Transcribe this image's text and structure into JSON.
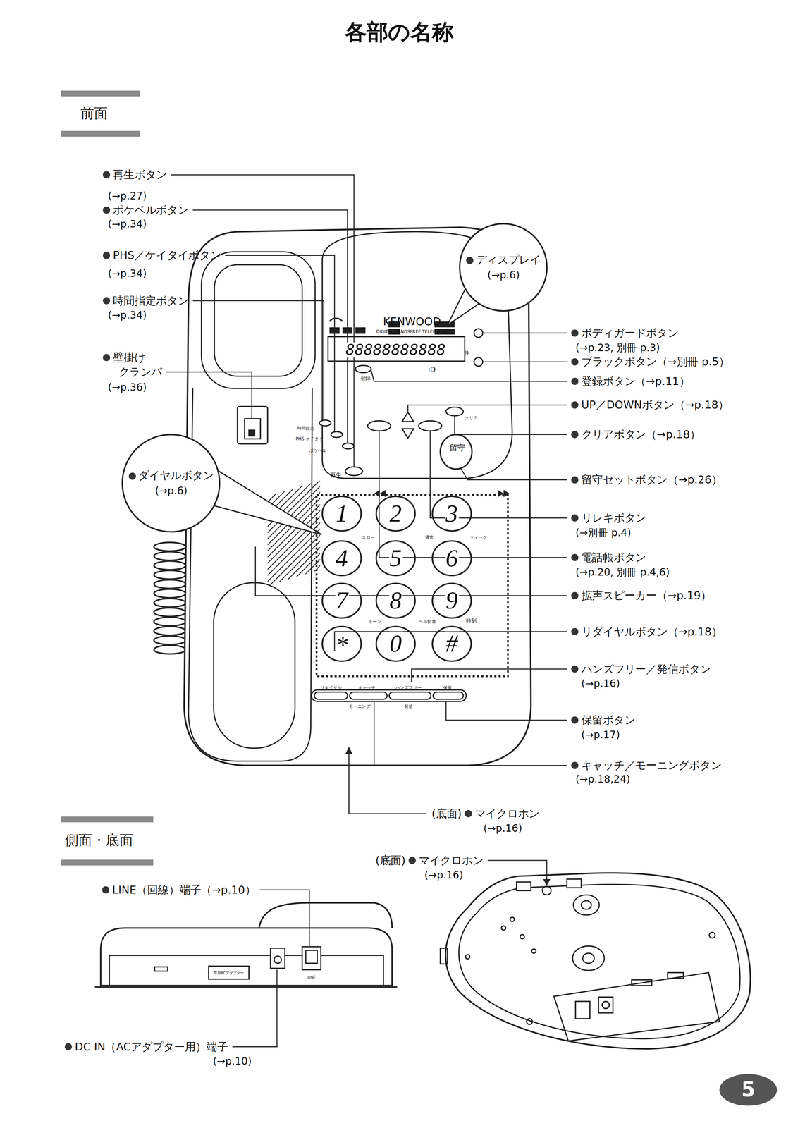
{
  "diagram": {
    "title": "各部の名称",
    "nodes": [
      {
        "text": [
          "ディスプレイ",
          "(→p.6)"
        ]
      },
      {
        "text": [
          "ダイヤルボタン",
          "(→p.6)"
        ]
      }
    ],
    "labels": [
      "前面",
      "再生ボタン",
      "(→p.27)",
      "ポケベルボタン",
      "(→p.34)",
      "PHS／ケイタイボタン",
      "(→p.34)",
      "時間指定ボタン",
      "(→p.34)",
      "壁掛け",
      "クランパ",
      "(→p.36)",
      "ボディガードボタン",
      "(→p.23, 別冊 p.3)",
      "ブラックボタン（→別冊 p.5）",
      "登録ボタン（→p.11）",
      "UP／DOWNボタン（→p.18）",
      "クリアボタン（→p.18）",
      "留守セットボタン（→p.26）",
      "リレキボタン",
      "(→別冊 p.4)",
      "電話帳ボタン",
      "(→p.20, 別冊 p.4,6)",
      "拡声スピーカー（→p.19）",
      "リダイヤルボタン（→p.18）",
      "ハンズフリー／発信ボタン",
      "(→p.16)",
      "保留ボタン",
      "(→p.17)",
      "キャッチ／モーニングボタン",
      "(→p.18,24)",
      "(底面)",
      "マイクロホン",
      "(→p.16)",
      "側面・底面",
      "(底面)",
      "マイクロホン",
      "(→p.16)",
      "LINE（回線）端子（→p.10）",
      "DC IN（ACアダプター用）端子",
      "(→p.10)",
      "5",
      "KENWOOD",
      "DIGITAL HANDSFREE TELEPHONE",
      "88888888888",
      "件",
      "登録",
      "再生",
      "時間指定",
      "PHS ケイタイ",
      "ポケベル",
      "クリア",
      "留守",
      "スロー",
      "通常",
      "クイック",
      "トーン",
      "ベル切替",
      "時刻",
      "リダイヤル",
      "キャッチ",
      "ハンズフリー",
      "保留",
      "モーニング",
      "発信",
      "1",
      "2",
      "3",
      "4",
      "5",
      "6",
      "7",
      "8",
      "9",
      "*",
      "0",
      "#",
      "iD",
      "専用ACアダプター",
      "LINE"
    ]
  }
}
